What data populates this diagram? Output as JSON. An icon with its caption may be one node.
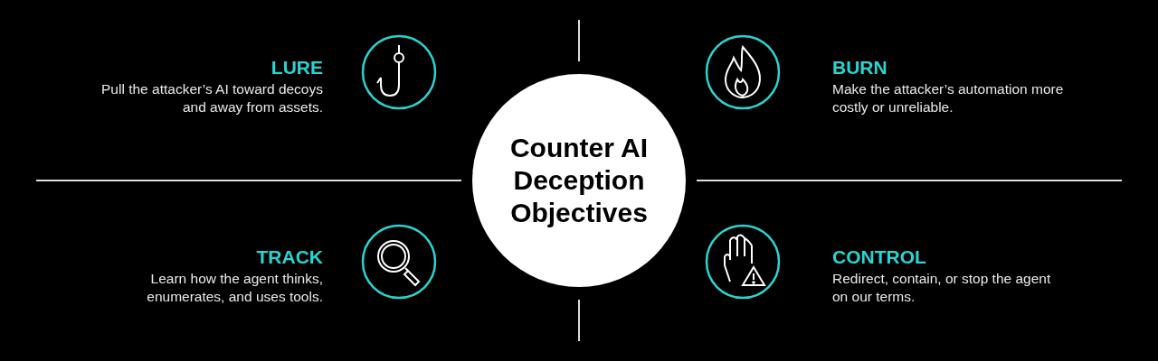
{
  "diagram": {
    "nodes": [
      {
        "text": [
          "Counter AI Deception Objectives"
        ]
      },
      {
        "text": [
          "LURE",
          "Pull the attacker’s AI toward decoys and away from assets."
        ]
      },
      {
        "text": [
          "BURN",
          "Make the attacker’s automation more costly or unreliable."
        ]
      },
      {
        "text": [
          "TRACK",
          "Learn how the agent thinks, enumerates, and uses tools."
        ]
      },
      {
        "text": [
          "CONTROL",
          "Redirect, contain, or stop the agent on our terms."
        ]
      }
    ]
  }
}
